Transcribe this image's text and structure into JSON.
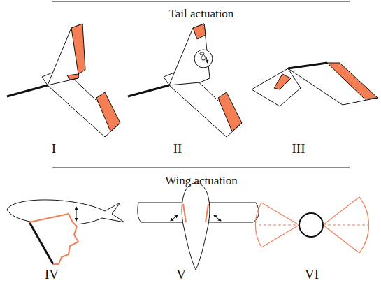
{
  "diagram": {
    "labels": [
      "Tail actuation",
      "I",
      "II",
      "III",
      "Wing actuation",
      "IV",
      "V",
      "VI"
    ]
  }
}
